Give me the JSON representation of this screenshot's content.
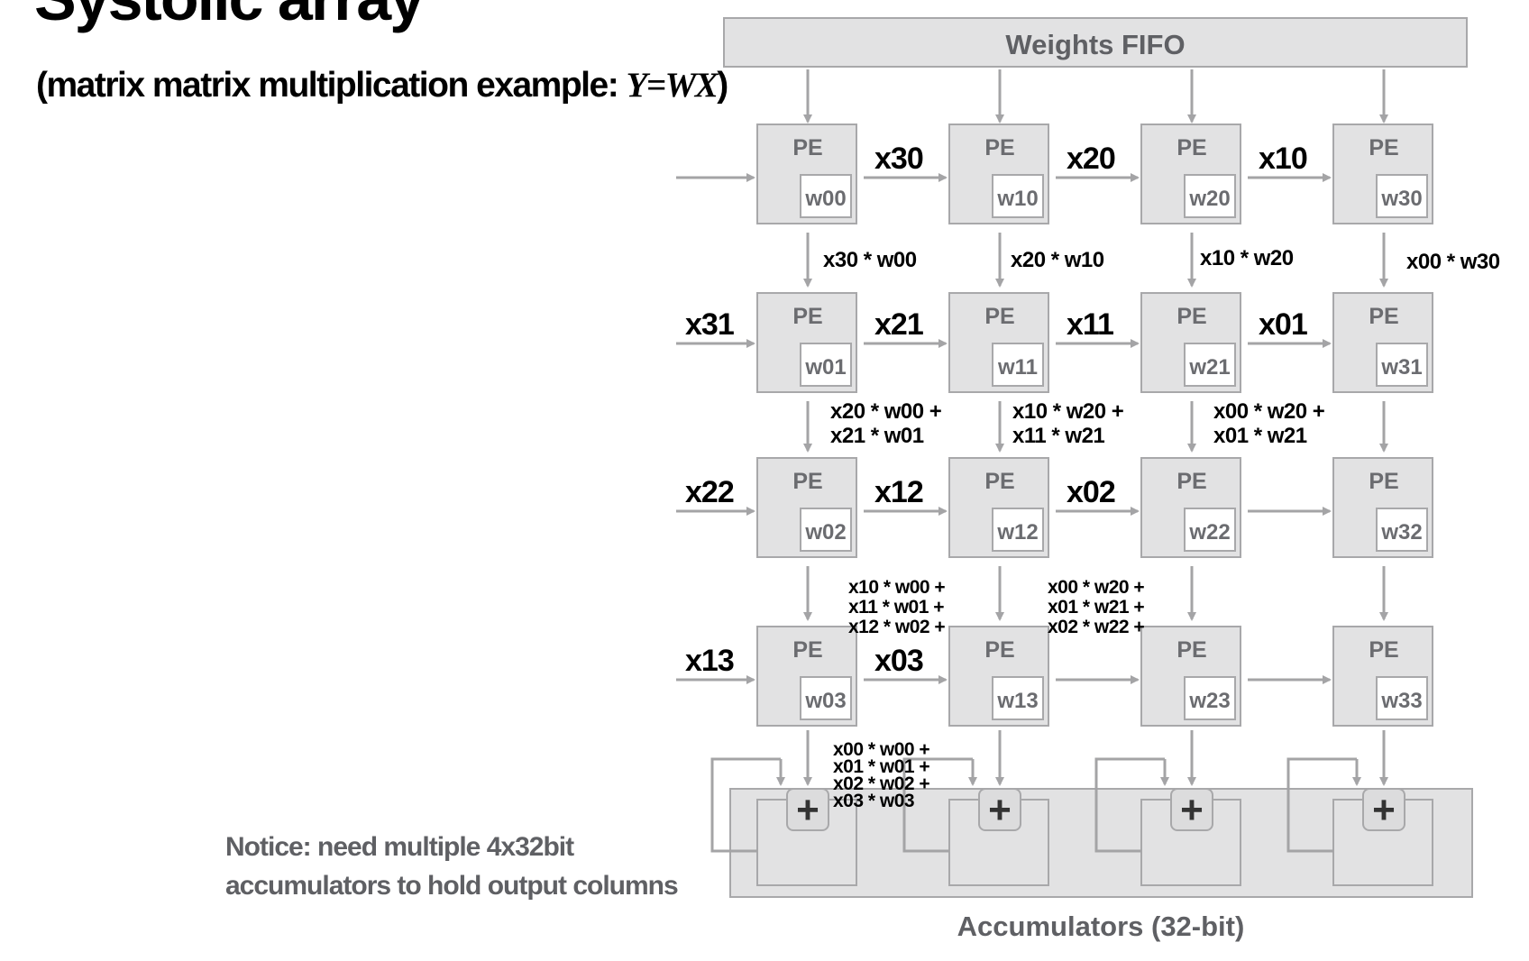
{
  "title": "Systolic array",
  "subtitle": {
    "prefix": "(matrix matrix multiplication example: ",
    "equation": "Y=WX",
    "suffix": ")"
  },
  "fifo_label": "Weights FIFO",
  "accumulators_label": "Accumulators (32-bit)",
  "notice": {
    "line1": "Notice: need multiple 4x32bit",
    "line2": "accumulators to hold output columns"
  },
  "pe_label": "PE",
  "plus_symbol": "+",
  "weights": [
    [
      "w00",
      "w10",
      "w20",
      "w30"
    ],
    [
      "w01",
      "w11",
      "w21",
      "w31"
    ],
    [
      "w02",
      "w12",
      "w22",
      "w32"
    ],
    [
      "w03",
      "w13",
      "w23",
      "w33"
    ]
  ],
  "x_inputs": {
    "row0": [
      "",
      "x30",
      "x20",
      "x10"
    ],
    "row1": [
      "x31",
      "x21",
      "x11",
      "x01"
    ],
    "row2": [
      "x22",
      "x12",
      "x02",
      ""
    ],
    "row3": [
      "x13",
      "x03",
      "",
      ""
    ]
  },
  "partials": {
    "r0_c0": [
      "x30 * w00"
    ],
    "r0_c1": [
      "x20 * w10"
    ],
    "r0_c2": [
      "x10 * w20"
    ],
    "r0_c3": [
      "x00 * w30"
    ],
    "r1_c0": [
      "x20 * w00 +",
      "x21 * w01"
    ],
    "r1_c1": [
      "x10 * w20 +",
      "x11 * w21"
    ],
    "r1_c2": [
      "x00 * w20 +",
      "x01 * w21"
    ],
    "r2_c0": [
      "x10 * w00 +",
      "x11 * w01 +",
      "x12 * w02 +"
    ],
    "r2_c1": [
      "x00 * w20 +",
      "x01 * w21 +",
      "x02 * w22 +"
    ],
    "r3_c0": [
      "x00 * w00 +",
      "x01 * w01 +",
      "x02 * w02 +",
      "x03 * w03"
    ]
  },
  "colors": {
    "box_fill": "#e2e2e3",
    "box_stroke": "#a8a8aa",
    "arrow": "#a4a4a6",
    "muted_text": "#6b6c70"
  }
}
